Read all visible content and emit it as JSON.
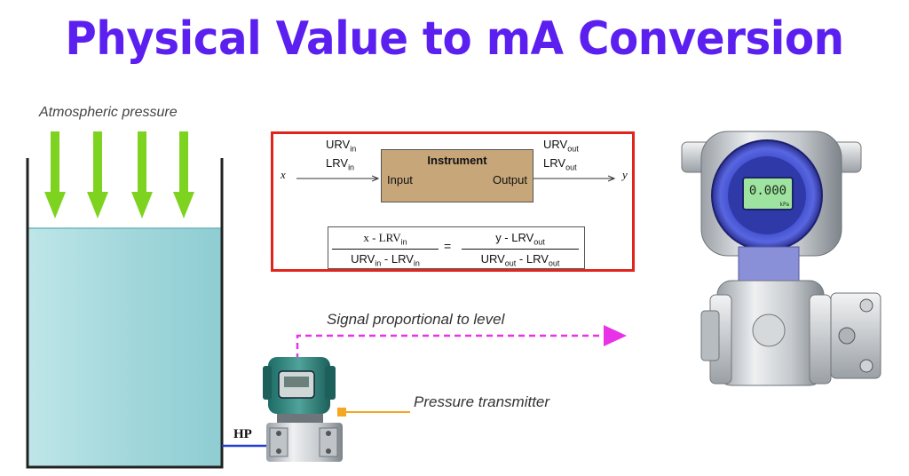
{
  "title": "Physical Value to mA Conversion",
  "tank": {
    "atmospheric_label": "Atmospheric pressure",
    "hp_label": "HP"
  },
  "signal_label": "Signal proportional to level",
  "transmitter_label": "Pressure transmitter",
  "diagram": {
    "block_title": "Instrument",
    "block_input": "Input",
    "block_output": "Output",
    "input_var": "x",
    "output_var": "y",
    "urv": "URV",
    "lrv": "LRV",
    "sub_in": "in",
    "sub_out": "out",
    "formula": {
      "left_num_prefix": "x - LRV",
      "right_num_prefix": "y - LRV",
      "minus": " - ",
      "equals": "="
    }
  },
  "display": {
    "reading": "0.000",
    "unit": "kPa"
  },
  "colors": {
    "title": "#5b1ff0",
    "liquid": "#a8dce0",
    "arrow": "#7ed321",
    "signal": "#e832e8",
    "frame": "#e0261c",
    "block": "#c7a679",
    "pointer": "#f5a623"
  }
}
